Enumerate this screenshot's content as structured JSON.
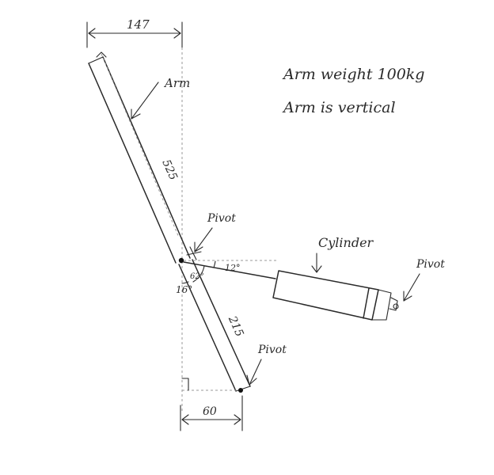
{
  "notes": {
    "weight": "Arm weight 100kg",
    "vertical": "Arm is vertical"
  },
  "labels": {
    "arm": "Arm",
    "cylinder": "Cylinder",
    "pivot_top": "Pivot",
    "pivot_right": "Pivot",
    "pivot_bottom": "Pivot"
  },
  "dimensions": {
    "top_width": "147",
    "upper_arm_length": "525",
    "lower_arm_length": "215",
    "bottom_width": "60"
  },
  "angles": {
    "cylinder_angle": "12°",
    "inner_angle": "62°",
    "vertical_angle": "16°"
  }
}
